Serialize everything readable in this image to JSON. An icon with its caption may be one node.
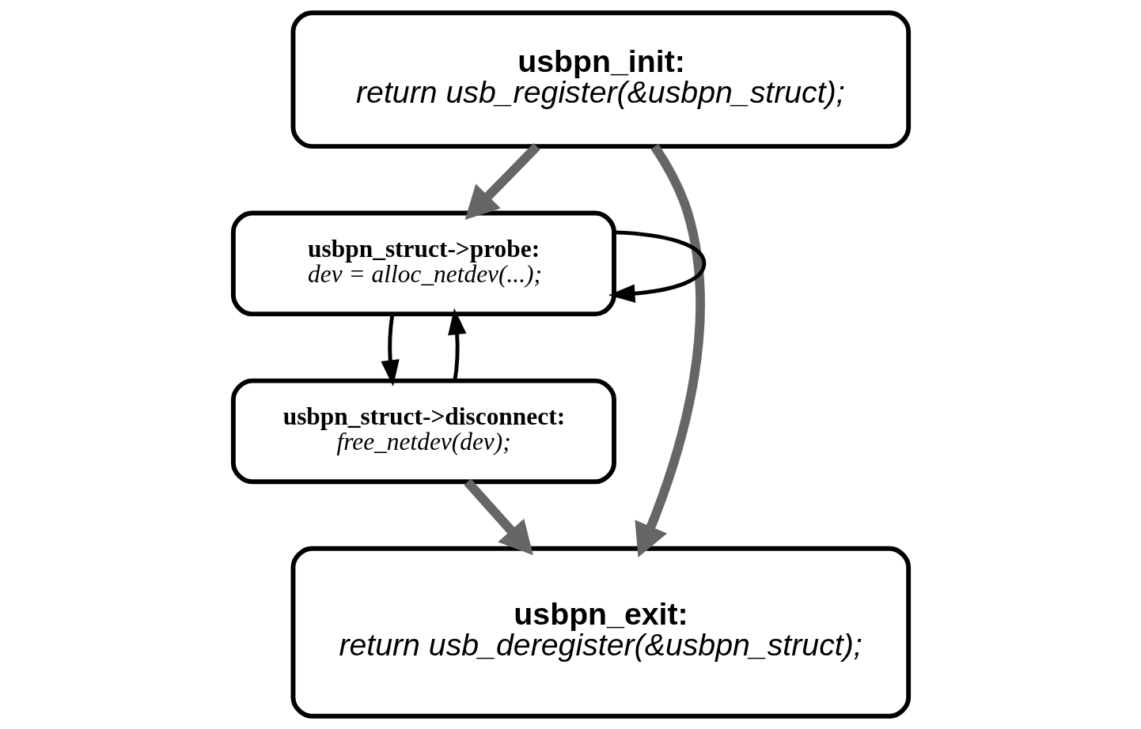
{
  "diagram": {
    "nodes": [
      {
        "text": [
          "usbpn_init:",
          "return usb_register(&usbpn_struct);"
        ]
      },
      {
        "text": [
          "usbpn_struct->probe:",
          "dev = alloc_netdev(...);"
        ]
      },
      {
        "text": [
          "usbpn_struct->disconnect:",
          "free_netdev(dev);"
        ]
      },
      {
        "text": [
          "usbpn_exit:",
          "return usb_deregister(&usbpn_struct);"
        ]
      }
    ],
    "edges": [
      {
        "from": 0,
        "to": 1,
        "arrow": "to",
        "style": "thick",
        "color": "#666666"
      },
      {
        "from": 0,
        "to": 3,
        "arrow": "to",
        "style": "thick",
        "color": "#666666"
      },
      {
        "from": 1,
        "to": 1,
        "arrow": "to",
        "color": "#000000"
      },
      {
        "from": 1,
        "to": 2,
        "arrow": "to",
        "color": "#000000"
      },
      {
        "from": 2,
        "to": 1,
        "arrow": "to",
        "color": "#000000"
      },
      {
        "from": 2,
        "to": 3,
        "arrow": "to",
        "style": "thick",
        "color": "#666666"
      }
    ]
  }
}
